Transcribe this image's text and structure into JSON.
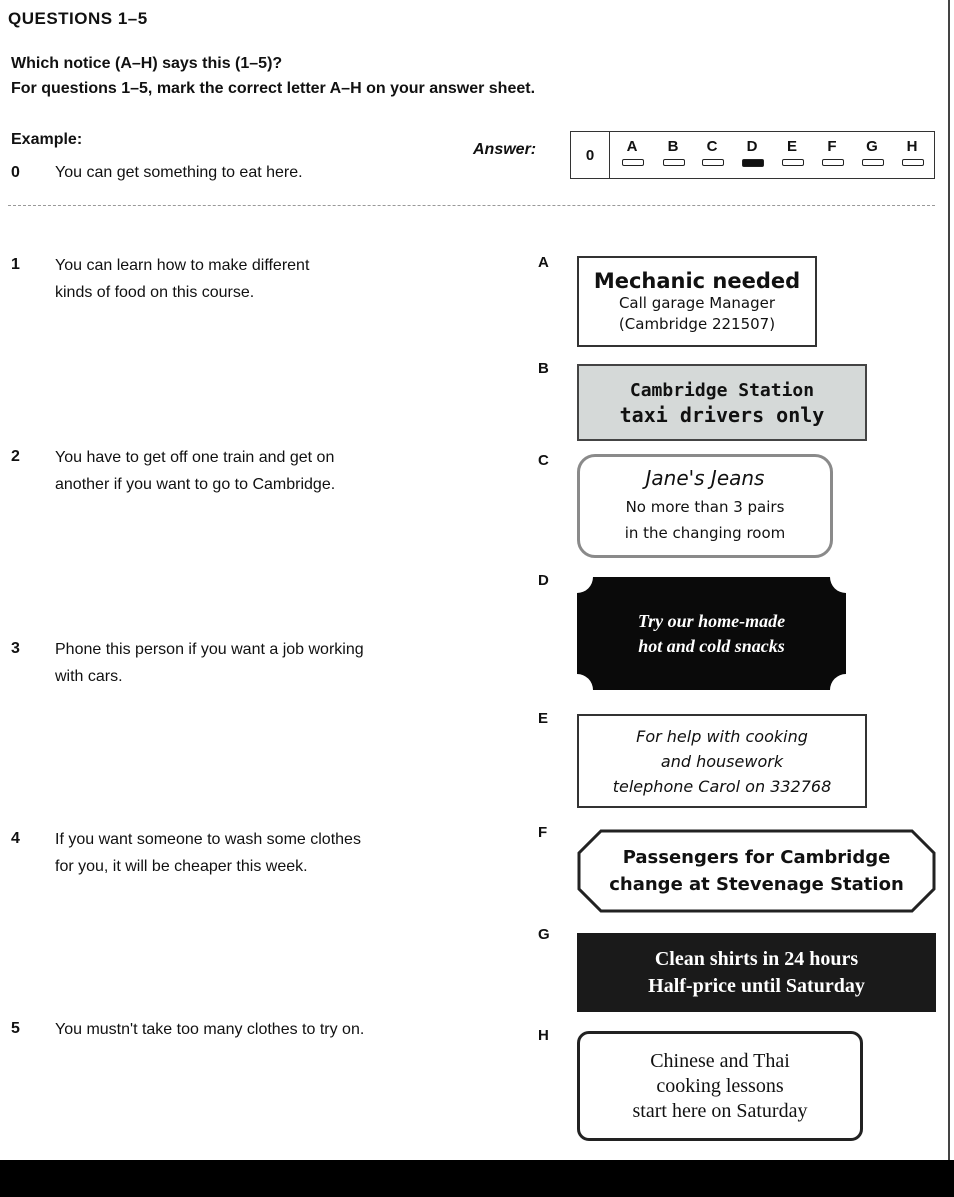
{
  "header": {
    "title": "QUESTIONS 1–5",
    "instruction_1": "Which notice (A–H) says this (1–5)?",
    "instruction_2": "For questions 1–5, mark the correct letter A–H on your answer sheet."
  },
  "example": {
    "label": "Example:",
    "number": "0",
    "text": "You can get something to eat here.",
    "answer_label": "Answer:",
    "answer_number": "0",
    "options": [
      "A",
      "B",
      "C",
      "D",
      "E",
      "F",
      "G",
      "H"
    ],
    "selected": "D"
  },
  "questions": [
    {
      "number": "1",
      "line1": "You can learn how to make different",
      "line2": "kinds of food on this course."
    },
    {
      "number": "2",
      "line1": "You have to get off one train and get on",
      "line2": "another if you want to go to Cambridge."
    },
    {
      "number": "3",
      "line1": "Phone this person if you want a job working",
      "line2": "with cars."
    },
    {
      "number": "4",
      "line1": "If you want someone to wash some clothes",
      "line2": "for you, it will be cheaper this week."
    },
    {
      "number": "5",
      "line1": "You mustn't take too many clothes to try on.",
      "line2": ""
    }
  ],
  "notices": {
    "A": {
      "letter": "A",
      "line1": "Mechanic needed",
      "line2": "Call garage Manager",
      "line3": "(Cambridge 221507)"
    },
    "B": {
      "letter": "B",
      "line1": "Cambridge Station",
      "line2": "taxi drivers only"
    },
    "C": {
      "letter": "C",
      "line1": "Jane's Jeans",
      "line2": "No more than 3 pairs",
      "line3": "in the changing room"
    },
    "D": {
      "letter": "D",
      "line1": "Try our home-made",
      "line2": "hot and cold snacks"
    },
    "E": {
      "letter": "E",
      "line1": "For help with cooking",
      "line2": "and housework",
      "line3": "telephone Carol on 332768"
    },
    "F": {
      "letter": "F",
      "line1": "Passengers for Cambridge",
      "line2": "change at Stevenage Station"
    },
    "G": {
      "letter": "G",
      "line1": "Clean shirts in 24 hours",
      "line2": "Half-price until Saturday"
    },
    "H": {
      "letter": "H",
      "line1": "Chinese and Thai",
      "line2": "cooking lessons",
      "line3": "start here on Saturday"
    }
  }
}
